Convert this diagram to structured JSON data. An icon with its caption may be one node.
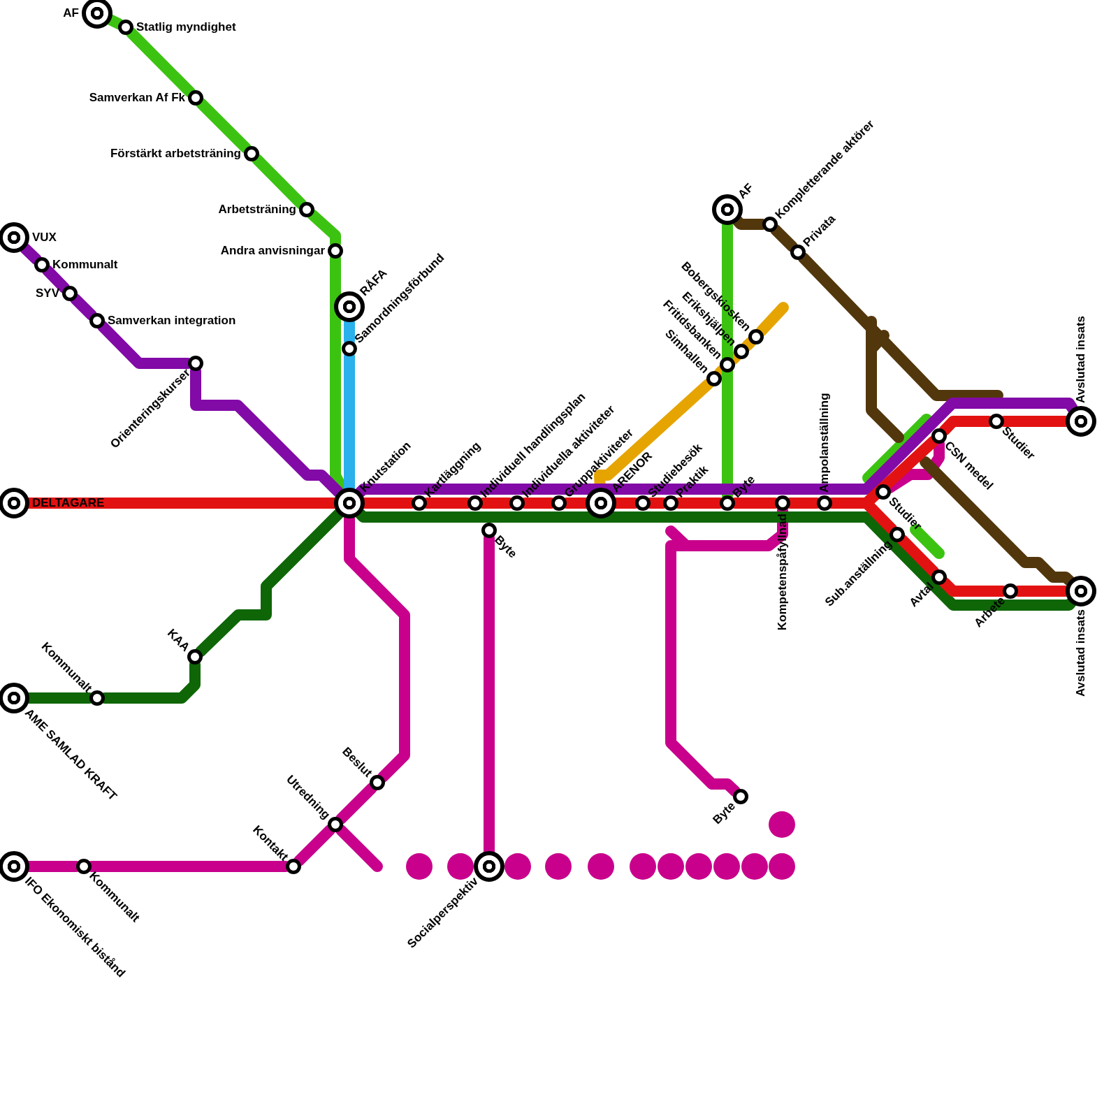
{
  "diagram": {
    "nodes": [
      {
        "text": [
          "AF"
        ]
      },
      {
        "text": [
          "Statlig myndighet"
        ]
      },
      {
        "text": [
          "Samverkan Af Fk"
        ]
      },
      {
        "text": [
          "Förstärkt arbetsträning"
        ]
      },
      {
        "text": [
          "Arbetsträning"
        ]
      },
      {
        "text": [
          "AF"
        ]
      },
      {
        "text": [
          "Kompletterande aktörer"
        ]
      },
      {
        "text": [
          "VUX"
        ]
      },
      {
        "text": [
          "Andra anvisningar"
        ]
      },
      {
        "text": [
          "Privata"
        ]
      },
      {
        "text": [
          "Kommunalt"
        ]
      },
      {
        "text": [
          "SYV"
        ]
      },
      {
        "text": [
          "RÅFA"
        ]
      },
      {
        "text": [
          "Samverkan integration"
        ]
      },
      {
        "text": [
          "Bobergskiosken"
        ]
      },
      {
        "text": [
          "Samordningsförbund"
        ]
      },
      {
        "text": [
          "Erikshjälpen"
        ]
      },
      {
        "text": [
          "Orienteringskurser"
        ]
      },
      {
        "text": [
          "Fritidsbanken"
        ]
      },
      {
        "text": [
          "Simhallen"
        ]
      },
      {
        "text": [
          "Studier"
        ]
      },
      {
        "text": [
          "Avslutad insats"
        ]
      },
      {
        "text": [
          "CSN medel"
        ]
      },
      {
        "text": [
          "Studier"
        ]
      },
      {
        "text": [
          "DELTAGARE"
        ]
      },
      {
        "text": [
          "Knutstation"
        ]
      },
      {
        "text": [
          "Kartläggning"
        ]
      },
      {
        "text": [
          "Individuell handlingsplan"
        ]
      },
      {
        "text": [
          "Individuella aktiviteter"
        ]
      },
      {
        "text": [
          "Gruppaktiviteter"
        ]
      },
      {
        "text": [
          "ARENOR"
        ]
      },
      {
        "text": [
          "Studiebesök"
        ]
      },
      {
        "text": [
          "Praktik"
        ]
      },
      {
        "text": [
          "Byte"
        ]
      },
      {
        "text": [
          "Kompetenspåfyllnad"
        ]
      },
      {
        "text": [
          "Ampolanställning"
        ]
      },
      {
        "text": [
          "Byte"
        ]
      },
      {
        "text": [
          "Sub.anställning"
        ]
      },
      {
        "text": [
          "Avtal"
        ]
      },
      {
        "text": [
          "Arbete"
        ]
      },
      {
        "text": [
          "Avslutad insats"
        ]
      },
      {
        "text": [
          "KAA"
        ]
      },
      {
        "text": [
          "Kommunalt"
        ]
      },
      {
        "text": [
          "AME SAMLAD KRAFT"
        ]
      },
      {
        "text": [
          "Beslut"
        ]
      },
      {
        "text": [
          "Byte"
        ]
      },
      {
        "text": [
          "Utredning"
        ]
      },
      {
        "text": [],
        "shape": "circle"
      },
      {
        "text": [
          "IFO Ekonomiskt bistånd"
        ]
      },
      {
        "text": [
          "Kommunalt"
        ]
      },
      {
        "text": [
          "Kontakt"
        ]
      },
      {
        "text": [],
        "shape": "circle"
      },
      {
        "text": [],
        "shape": "circle"
      },
      {
        "text": [
          "Socialperspektiv"
        ]
      },
      {
        "text": [],
        "shape": "circle"
      },
      {
        "text": [],
        "shape": "circle"
      },
      {
        "text": [],
        "shape": "circle"
      },
      {
        "text": [],
        "shape": "circle"
      },
      {
        "text": [],
        "shape": "circle"
      },
      {
        "text": [],
        "shape": "circle"
      },
      {
        "text": [],
        "shape": "circle"
      },
      {
        "text": [],
        "shape": "circle"
      },
      {
        "text": [],
        "shape": "circle"
      }
    ],
    "edges": [
      {
        "from": 48,
        "to": 49,
        "arrow": "none",
        "color": "#c8008c"
      },
      {
        "from": 49,
        "to": 50,
        "arrow": "none",
        "color": "#c8008c"
      },
      {
        "from": 50,
        "to": 46,
        "arrow": "none",
        "color": "#c8008c"
      },
      {
        "from": 46,
        "to": 44,
        "arrow": "none",
        "color": "#c8008c"
      },
      {
        "from": 44,
        "to": 25,
        "arrow": "none",
        "color": "#c8008c"
      },
      {
        "from": 46,
        "to": null,
        "arrow": "none",
        "color": "#c8008c"
      },
      {
        "from": 36,
        "to": 53,
        "arrow": "none",
        "color": "#c8008c"
      },
      {
        "from": 45,
        "to": 34,
        "arrow": "none",
        "color": "#c8008c"
      },
      {
        "from": 23,
        "to": 22,
        "arrow": "none",
        "color": "#c8008c"
      },
      {
        "from": null,
        "to": 14,
        "arrow": "none",
        "color": "#e6a400"
      },
      {
        "from": 14,
        "to": 16,
        "arrow": "none",
        "color": "#e6a400"
      },
      {
        "from": 16,
        "to": 18,
        "arrow": "none",
        "color": "#e6a400"
      },
      {
        "from": 18,
        "to": 19,
        "arrow": "none",
        "color": "#e6a400"
      },
      {
        "from": 19,
        "to": 30,
        "arrow": "none",
        "color": "#e6a400"
      },
      {
        "from": 5,
        "to": 6,
        "arrow": "none",
        "color": "#52370c"
      },
      {
        "from": 6,
        "to": 9,
        "arrow": "none",
        "color": "#52370c"
      },
      {
        "from": 9,
        "to": null,
        "arrow": "none",
        "color": "#52370c"
      },
      {
        "from": null,
        "to": 40,
        "arrow": "none",
        "color": "#52370c"
      },
      {
        "from": 0,
        "to": 1,
        "arrow": "none",
        "color": "#3cc312"
      },
      {
        "from": 1,
        "to": 2,
        "arrow": "none",
        "color": "#3cc312"
      },
      {
        "from": 2,
        "to": 3,
        "arrow": "none",
        "color": "#3cc312"
      },
      {
        "from": 3,
        "to": 4,
        "arrow": "none",
        "color": "#3cc312"
      },
      {
        "from": 4,
        "to": 8,
        "arrow": "none",
        "color": "#3cc312"
      },
      {
        "from": 8,
        "to": 25,
        "arrow": "none",
        "color": "#3cc312"
      },
      {
        "from": 5,
        "to": 33,
        "arrow": "none",
        "color": "#3cc312"
      },
      {
        "from": 12,
        "to": 15,
        "arrow": "none",
        "color": "#2ab0ec"
      },
      {
        "from": 15,
        "to": 25,
        "arrow": "none",
        "color": "#2ab0ec"
      },
      {
        "from": 7,
        "to": 10,
        "arrow": "none",
        "color": "#820aa6"
      },
      {
        "from": 10,
        "to": 11,
        "arrow": "none",
        "color": "#820aa6"
      },
      {
        "from": 11,
        "to": 13,
        "arrow": "none",
        "color": "#820aa6"
      },
      {
        "from": 13,
        "to": 17,
        "arrow": "none",
        "color": "#820aa6"
      },
      {
        "from": 17,
        "to": 25,
        "arrow": "none",
        "color": "#820aa6"
      },
      {
        "from": 25,
        "to": 21,
        "arrow": "none",
        "color": "#820aa6"
      },
      {
        "from": 43,
        "to": 42,
        "arrow": "none",
        "color": "#0e6606"
      },
      {
        "from": 42,
        "to": 41,
        "arrow": "none",
        "color": "#0e6606"
      },
      {
        "from": 41,
        "to": 25,
        "arrow": "none",
        "color": "#0e6606"
      },
      {
        "from": 25,
        "to": 40,
        "arrow": "none",
        "color": "#0e6606"
      },
      {
        "from": 24,
        "to": 25,
        "arrow": "none",
        "color": "#e31212"
      },
      {
        "from": 25,
        "to": 26,
        "arrow": "none",
        "color": "#e31212"
      },
      {
        "from": 26,
        "to": 27,
        "arrow": "none",
        "color": "#e31212"
      },
      {
        "from": 27,
        "to": 28,
        "arrow": "none",
        "color": "#e31212"
      },
      {
        "from": 28,
        "to": 29,
        "arrow": "none",
        "color": "#e31212"
      },
      {
        "from": 29,
        "to": 30,
        "arrow": "none",
        "color": "#e31212"
      },
      {
        "from": 30,
        "to": 31,
        "arrow": "none",
        "color": "#e31212"
      },
      {
        "from": 31,
        "to": 32,
        "arrow": "none",
        "color": "#e31212"
      },
      {
        "from": 32,
        "to": 33,
        "arrow": "none",
        "color": "#e31212"
      },
      {
        "from": 33,
        "to": 34,
        "arrow": "none",
        "color": "#e31212"
      },
      {
        "from": 34,
        "to": 35,
        "arrow": "none",
        "color": "#e31212"
      },
      {
        "from": 35,
        "to": 22,
        "arrow": "none",
        "color": "#e31212"
      },
      {
        "from": 22,
        "to": 20,
        "arrow": "none",
        "color": "#e31212"
      },
      {
        "from": 20,
        "to": 21,
        "arrow": "none",
        "color": "#e31212"
      },
      {
        "from": 35,
        "to": 37,
        "arrow": "none",
        "color": "#e31212"
      },
      {
        "from": 37,
        "to": 38,
        "arrow": "none",
        "color": "#e31212"
      },
      {
        "from": 38,
        "to": 39,
        "arrow": "none",
        "color": "#e31212"
      },
      {
        "from": 39,
        "to": 40,
        "arrow": "none",
        "color": "#e31212"
      }
    ]
  }
}
